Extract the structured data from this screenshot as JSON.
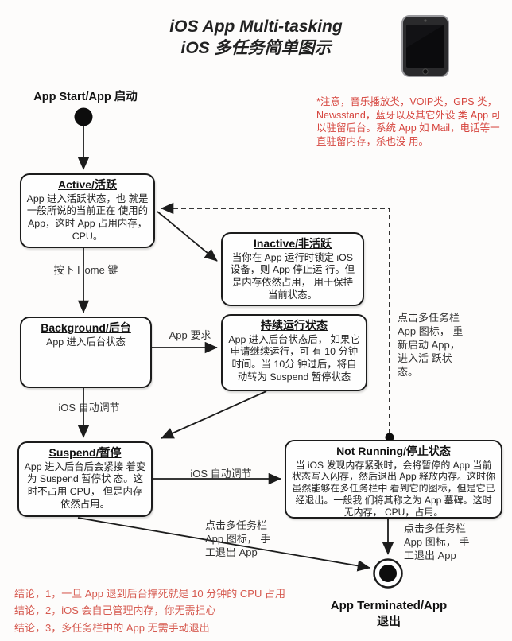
{
  "title": {
    "line1": "iOS App Multi-tasking",
    "line2": "iOS 多任务简单图示"
  },
  "note": "*注意，音乐播放类，VOIP类，GPS 类，Newsstand，蓝牙以及其它外设 类 App 可以驻留后台。系统 App 如 Mail，电话等一直驻留内存，杀也没 用。",
  "start": {
    "label": "App Start/App 启动"
  },
  "states": {
    "active": {
      "title": "Active/活跃",
      "body": "App 进入活跃状态，也 就是一般所说的当前正在 使用的 App，这时 App 占用内存，CPU。"
    },
    "inactive": {
      "title": "Inactive/非活跃",
      "body": "当你在 App 运行时锁定 iOS 设备，则 App 停止运 行。但是内存依然占用， 用于保持当前状态。"
    },
    "background": {
      "title": "Background/后台",
      "body": "App 进入后台状态"
    },
    "continuous": {
      "title": "持续运行状态",
      "body": "App 进入后台状态后， 如果它申请继续运行，可 有 10 分钟时间。当 10分 钟过后，将自动转为 Suspend 暂停状态"
    },
    "suspend": {
      "title": "Suspend/暂停",
      "body": "App 进入后台后会紧接 着变为 Suspend 暂停状 态。这时不占用 CPU， 但是内存依然占用。"
    },
    "not_running": {
      "title": "Not Running/停止状态",
      "body": "当 iOS 发现内存紧张时，会将暂停的 App 当前状态写入闪存，然后退出 App 释放内存。这时你虽然能够在多任务栏中 看到它的图标，但是它已经退出。一般我 们将其称之为 App 墓碑。这时无内存， CPU，占用。"
    }
  },
  "edge_labels": {
    "home": "按下 Home 键",
    "app_request": "App 要求",
    "ios_auto_1": "iOS 自动调节",
    "ios_auto_2": "iOS 自动调节",
    "relaunch": "点击多任务栏 App 图标， 重新启动 App，进入活 跃状态。",
    "manual_exit_left": "点击多任务栏 App 图标， 手工退出 App",
    "manual_exit_right": "点击多任务栏 App 图标， 手工退出 App"
  },
  "terminated": {
    "line1": "App Terminated/App",
    "line2": "退出"
  },
  "conclusions": [
    "结论，1，一旦 App 退到后台撑死就是 10 分钟的 CPU 占用",
    "结论，2，iOS 会自己管理内存，你无需担心",
    "结论，3，多任务栏中的 App 无需手动退出"
  ],
  "colors": {
    "note_red": "#d6453e",
    "conclusion_red": "#d65a50",
    "line": "#222222"
  }
}
